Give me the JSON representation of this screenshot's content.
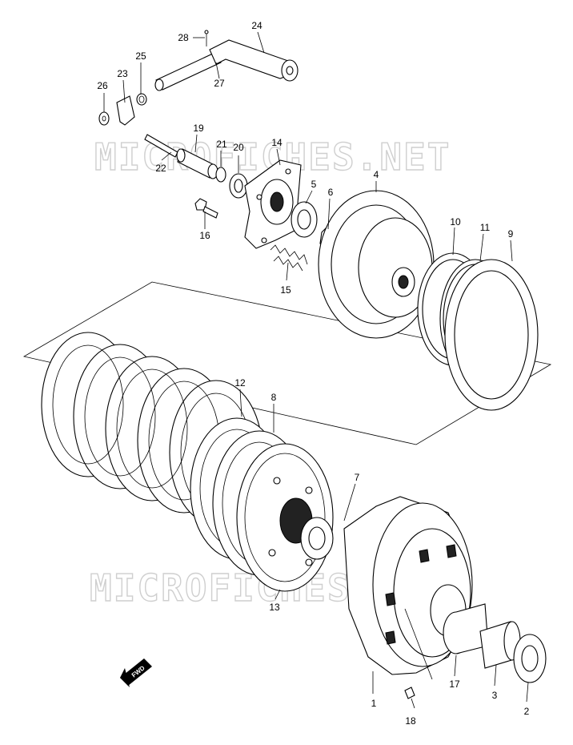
{
  "watermark": "MICROFICHES.NET",
  "direction_marker": "FWD",
  "parts": [
    {
      "id": "p1",
      "number": "1"
    },
    {
      "id": "p2",
      "number": "2"
    },
    {
      "id": "p3",
      "number": "3"
    },
    {
      "id": "p4",
      "number": "4"
    },
    {
      "id": "p5",
      "number": "5"
    },
    {
      "id": "p6",
      "number": "6"
    },
    {
      "id": "p7",
      "number": "7"
    },
    {
      "id": "p8",
      "number": "8"
    },
    {
      "id": "p9",
      "number": "9"
    },
    {
      "id": "p10",
      "number": "10"
    },
    {
      "id": "p11",
      "number": "11"
    },
    {
      "id": "p12",
      "number": "12"
    },
    {
      "id": "p13",
      "number": "13"
    },
    {
      "id": "p14",
      "number": "14"
    },
    {
      "id": "p15",
      "number": "15"
    },
    {
      "id": "p16",
      "number": "16"
    },
    {
      "id": "p17",
      "number": "17"
    },
    {
      "id": "p18",
      "number": "18"
    },
    {
      "id": "p19",
      "number": "19"
    },
    {
      "id": "p20",
      "number": "20"
    },
    {
      "id": "p21",
      "number": "21"
    },
    {
      "id": "p22",
      "number": "22"
    },
    {
      "id": "p23",
      "number": "23"
    },
    {
      "id": "p24",
      "number": "24"
    },
    {
      "id": "p25",
      "number": "25"
    },
    {
      "id": "p26",
      "number": "26"
    },
    {
      "id": "p27",
      "number": "27"
    },
    {
      "id": "p28",
      "number": "28"
    }
  ]
}
